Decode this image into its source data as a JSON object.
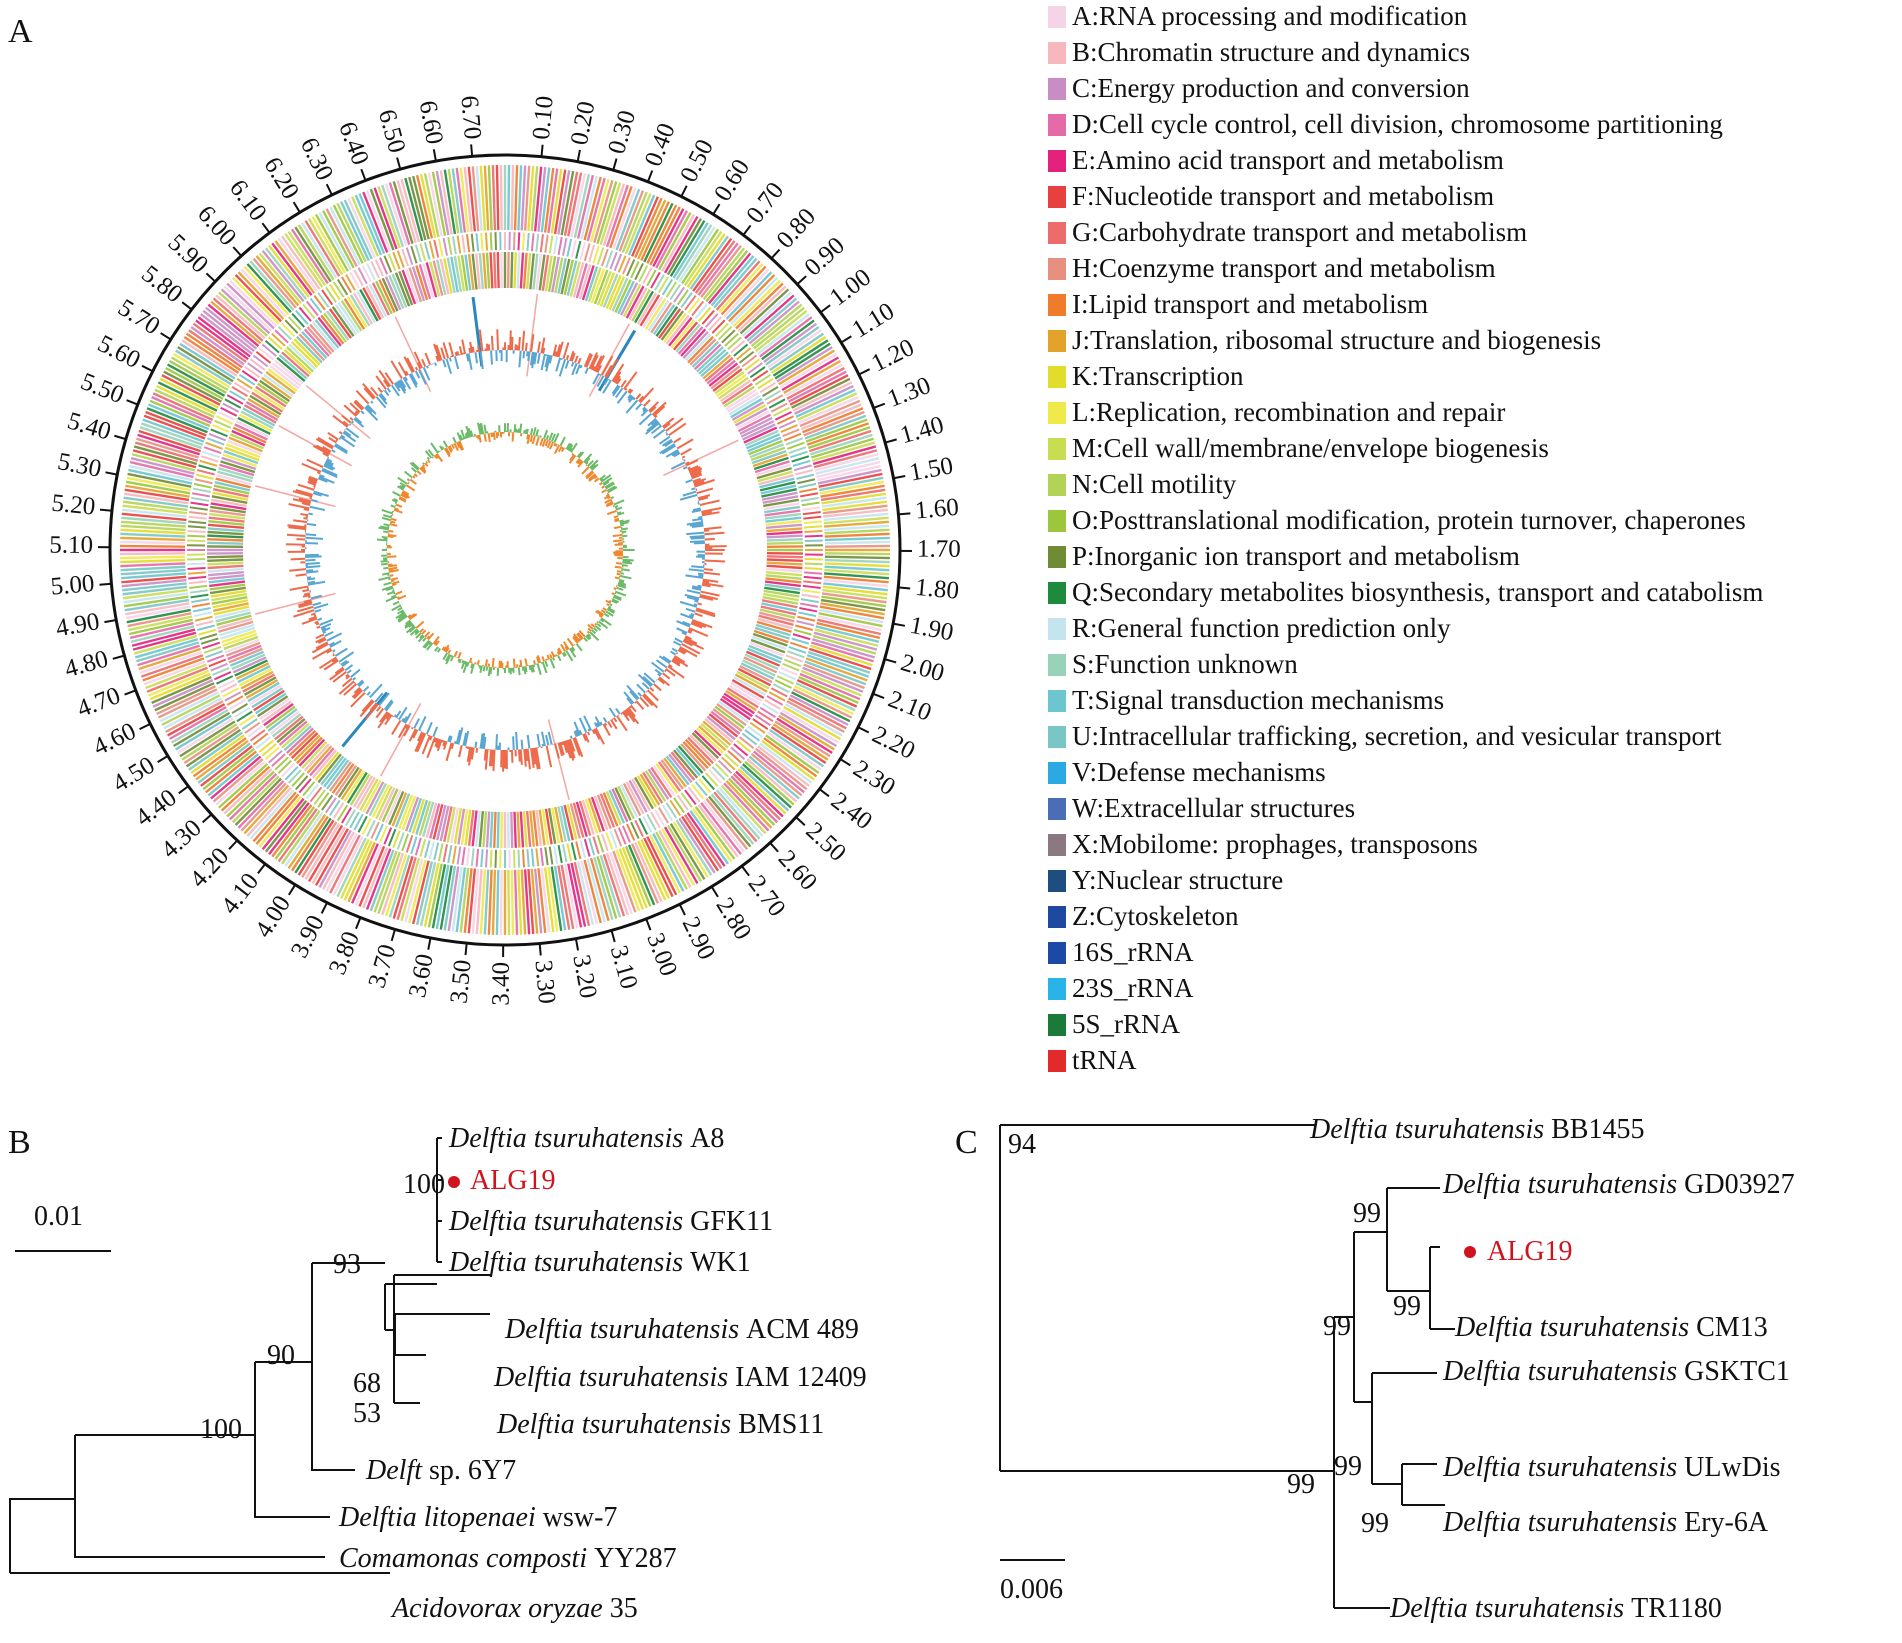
{
  "panels": {
    "a": "A",
    "b": "B",
    "c": "C"
  },
  "circos": {
    "ticks": [
      "0.10",
      "0.20",
      "0.30",
      "0.40",
      "0.50",
      "0.60",
      "0.70",
      "0.80",
      "0.90",
      "1.00",
      "1.10",
      "1.20",
      "1.30",
      "1.40",
      "1.50",
      "1.60",
      "1.70",
      "1.80",
      "1.90",
      "2.00",
      "2.10",
      "2.20",
      "2.30",
      "2.40",
      "2.50",
      "2.60",
      "2.70",
      "2.80",
      "2.90",
      "3.00",
      "3.10",
      "3.20",
      "3.30",
      "3.40",
      "3.50",
      "3.60",
      "3.70",
      "3.80",
      "3.90",
      "4.00",
      "4.10",
      "4.20",
      "4.30",
      "4.40",
      "4.50",
      "4.60",
      "4.70",
      "4.80",
      "4.90",
      "5.00",
      "5.10",
      "5.20",
      "5.30",
      "5.40",
      "5.50",
      "5.60",
      "5.70",
      "5.80",
      "5.90",
      "6.00",
      "6.10",
      "6.20",
      "6.30",
      "6.40",
      "6.50",
      "6.60",
      "6.70"
    ],
    "max": 6.79
  },
  "legend": [
    {
      "label": "A:RNA processing and modification",
      "color": "#f6d4e8"
    },
    {
      "label": "B:Chromatin structure and dynamics",
      "color": "#f7b8bd"
    },
    {
      "label": "C:Energy production and conversion",
      "color": "#c98cc4"
    },
    {
      "label": "D:Cell cycle control, cell division, chromosome partitioning",
      "color": "#e46aa8"
    },
    {
      "label": "E:Amino acid transport and metabolism",
      "color": "#e3227d"
    },
    {
      "label": "F:Nucleotide transport and metabolism",
      "color": "#e8403e"
    },
    {
      "label": "G:Carbohydrate transport and metabolism",
      "color": "#ec6b6b"
    },
    {
      "label": "H:Coenzyme transport and metabolism",
      "color": "#e89080"
    },
    {
      "label": "I:Lipid transport and metabolism",
      "color": "#ee7c2b"
    },
    {
      "label": "J:Translation, ribosomal structure and biogenesis",
      "color": "#e3a32b"
    },
    {
      "label": "K:Transcription",
      "color": "#e2dc2a"
    },
    {
      "label": "L:Replication, recombination and repair",
      "color": "#efe94a"
    },
    {
      "label": "M:Cell wall/membrane/envelope biogenesis",
      "color": "#c8dd52"
    },
    {
      "label": "N:Cell motility",
      "color": "#b2d355"
    },
    {
      "label": "O:Posttranslational modification, protein turnover, chaperones",
      "color": "#9cc73d"
    },
    {
      "label": "P:Inorganic ion transport and metabolism",
      "color": "#6f8c35"
    },
    {
      "label": "Q:Secondary metabolites biosynthesis, transport and catabolism",
      "color": "#1e8a3e"
    },
    {
      "label": "R:General function prediction only",
      "color": "#c5e5ee"
    },
    {
      "label": "S:Function unknown",
      "color": "#98d2b9"
    },
    {
      "label": "T:Signal transduction mechanisms",
      "color": "#6cc5cf"
    },
    {
      "label": "U:Intracellular trafficking, secretion, and vesicular transport",
      "color": "#7ac6c4"
    },
    {
      "label": "V:Defense mechanisms",
      "color": "#2aa9e3"
    },
    {
      "label": "W:Extracellular structures",
      "color": "#4a6eb6"
    },
    {
      "label": "X:Mobilome: prophages, transposons",
      "color": "#8c7880"
    },
    {
      "label": "Y:Nuclear structure",
      "color": "#1d4e7f"
    },
    {
      "label": "Z:Cytoskeleton",
      "color": "#1f49a0"
    },
    {
      "label": "16S_rRNA",
      "color": "#1c48a6"
    },
    {
      "label": "23S_rRNA",
      "color": "#2ab3e6"
    },
    {
      "label": "5S_rRNA",
      "color": "#1b7a3a"
    },
    {
      "label": "tRNA",
      "color": "#e22a2a"
    }
  ],
  "genus": "Delftia tsuruhatensis",
  "treeB": {
    "scale": "0.01",
    "leaves": [
      {
        "genus": "Delftia tsuruhatensis",
        "strain": "A8"
      },
      {
        "genus": "",
        "strain": "ALG19"
      },
      {
        "genus": "Delftia tsuruhatensis",
        "strain": "GFK11"
      },
      {
        "genus": "Delftia tsuruhatensis",
        "strain": "WK1"
      },
      {
        "genus": "Delftia tsuruhatensis",
        "strain": "ACM 489"
      },
      {
        "genus": "Delftia tsuruhatensis",
        "strain": "IAM 12409"
      },
      {
        "genus": "Delftia tsuruhatensis",
        "strain": "BMS11"
      },
      {
        "genus": "Delft",
        "strain": "sp. 6Y7"
      },
      {
        "genus": "Delftia litopenaei",
        "strain": "wsw-7"
      },
      {
        "genus": "Comamonas composti",
        "strain": "YY287"
      },
      {
        "genus": "Acidovorax oryzae",
        "strain": "35"
      }
    ],
    "supports": [
      "100",
      "93",
      "90",
      "100",
      "68",
      "53"
    ]
  },
  "treeC": {
    "scale": "0.006",
    "leaves": [
      {
        "genus": "Delftia tsuruhatensis",
        "strain": "BB1455"
      },
      {
        "genus": "Delftia tsuruhatensis",
        "strain": "GD03927"
      },
      {
        "genus": "",
        "strain": "ALG19"
      },
      {
        "genus": "Delftia tsuruhatensis",
        "strain": "CM13"
      },
      {
        "genus": "Delftia tsuruhatensis",
        "strain": "GSKTC1"
      },
      {
        "genus": "Delftia tsuruhatensis",
        "strain": "ULwDis"
      },
      {
        "genus": "Delftia tsuruhatensis",
        "strain": "Ery-6A"
      },
      {
        "genus": "Delftia tsuruhatensis",
        "strain": "TR1180"
      }
    ],
    "supports": [
      "94",
      "99",
      "99",
      "99",
      "99",
      "99",
      "99"
    ]
  }
}
